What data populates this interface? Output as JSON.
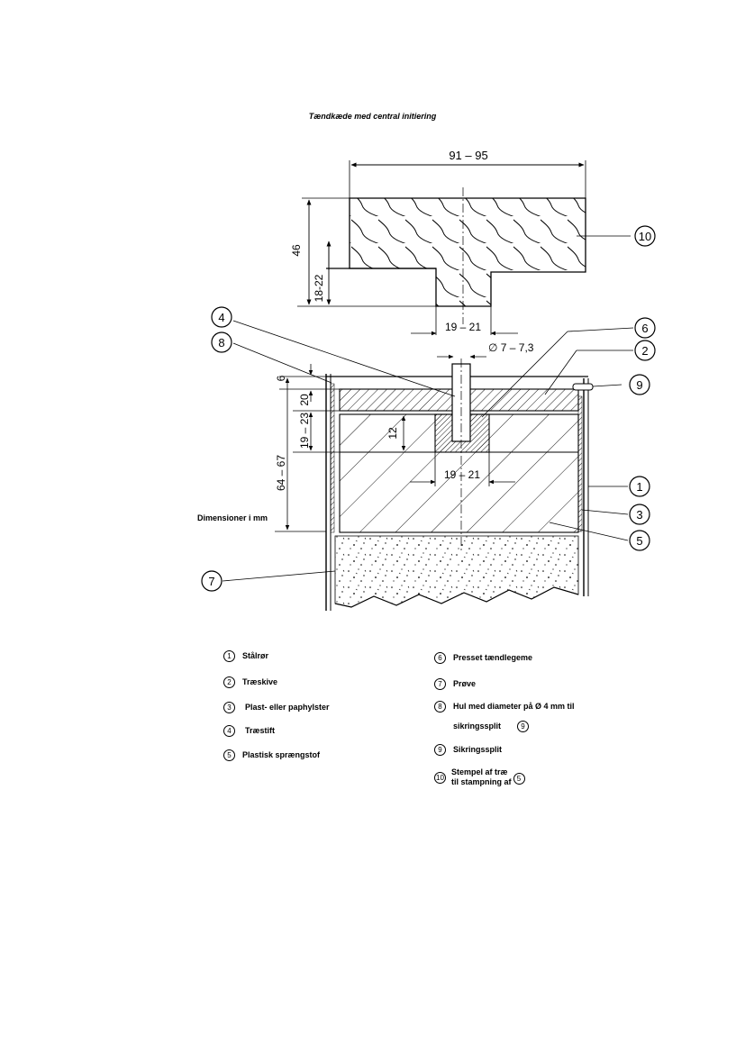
{
  "title": "Tændkæde med central initiering",
  "dimension_note": "Dimensioner i mm",
  "dimensions": {
    "stamp_width": "91 – 95",
    "stamp_height": "46",
    "stamp_step": "18-22",
    "stamp_stem": "19 – 21",
    "bore_diameter": "∅ 7 – 7,3",
    "top_gap": "6",
    "disc_thickness": "20",
    "upper_block": "19 – 23",
    "cavity_depth": "12",
    "cavity_width": "19 – 21",
    "total_depth": "64 – 67"
  },
  "callouts": [
    "1",
    "2",
    "3",
    "4",
    "5",
    "6",
    "7",
    "8",
    "9",
    "10"
  ],
  "legend": [
    {
      "num": "1",
      "text": "Stålrør"
    },
    {
      "num": "2",
      "text": "Træskive"
    },
    {
      "num": "3",
      "text": "Plast- eller paphylster"
    },
    {
      "num": "4",
      "text": "Træstift"
    },
    {
      "num": "5",
      "text": "Plastisk sprængstof"
    },
    {
      "num": "6",
      "text": "Presset tændlegeme"
    },
    {
      "num": "7",
      "text": "Prøve"
    },
    {
      "num": "8",
      "text": "Hul med diameter på Ø 4 mm til",
      "text2": "sikringssplit",
      "ref": "9"
    },
    {
      "num": "9",
      "text": "Sikringssplit"
    },
    {
      "num": "10",
      "text": "Stempel af træ",
      "text2": "til stampning af",
      "ref": "5"
    }
  ]
}
